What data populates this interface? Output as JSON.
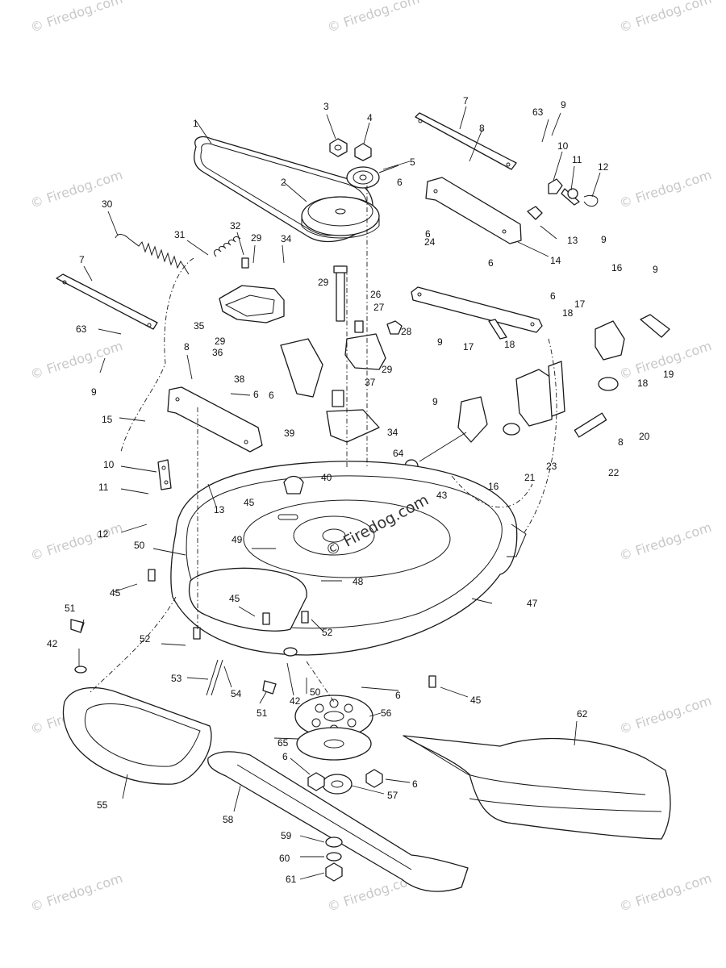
{
  "watermark": "© Firedog.com",
  "center_watermark": "© Firedog.com",
  "callouts": [
    "1",
    "2",
    "3",
    "4",
    "5",
    "6",
    "7",
    "8",
    "9",
    "10",
    "11",
    "12",
    "13",
    "14",
    "15",
    "16",
    "17",
    "18",
    "19",
    "20",
    "21",
    "22",
    "23",
    "24",
    "26",
    "27",
    "28",
    "29",
    "30",
    "31",
    "32",
    "34",
    "35",
    "36",
    "37",
    "38",
    "39",
    "40",
    "42",
    "43",
    "45",
    "47",
    "48",
    "49",
    "50",
    "51",
    "52",
    "53",
    "54",
    "55",
    "56",
    "57",
    "58",
    "59",
    "60",
    "61",
    "62",
    "63",
    "64",
    "65"
  ]
}
